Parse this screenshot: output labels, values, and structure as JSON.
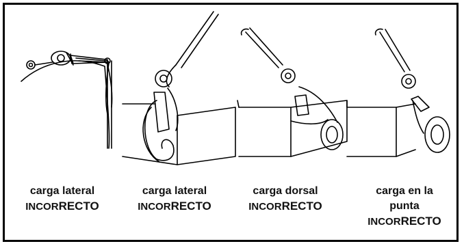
{
  "panels": [
    {
      "caption": "carga lateral",
      "result_prefix": "INCOR",
      "result_suffix": "RECTO"
    },
    {
      "caption": "carga lateral",
      "result_prefix": "INCOR",
      "result_suffix": "RECTO"
    },
    {
      "caption": "carga dorsal",
      "result_prefix": "INCOR",
      "result_suffix": "RECTO"
    },
    {
      "caption": "carga en la",
      "caption_line2": "punta",
      "result_prefix": "INCOR",
      "result_suffix": "RECTO"
    }
  ],
  "colors": {
    "ink": "#000000",
    "background": "#ffffff"
  }
}
